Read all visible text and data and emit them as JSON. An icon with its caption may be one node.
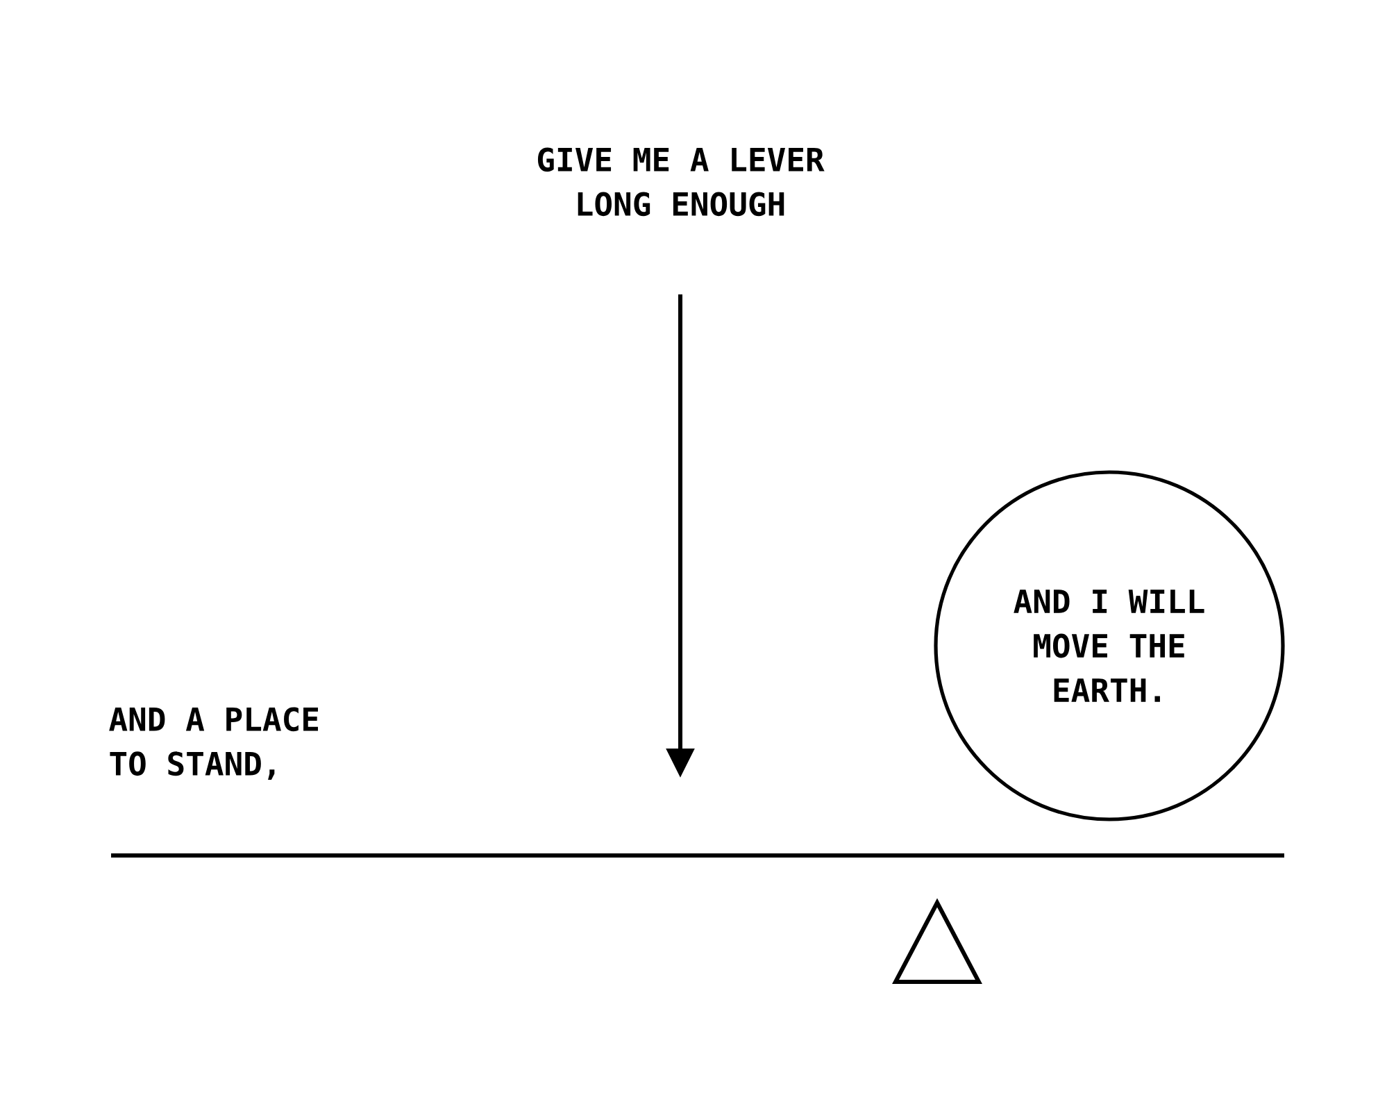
{
  "diagram": {
    "nodes": [
      {
        "text": [
          "AND I WILL MOVE THE EARTH."
        ]
      }
    ],
    "labels": [
      "GIVE ME A LEVER LONG ENOUGH",
      "AND A PLACE TO STAND,"
    ]
  }
}
